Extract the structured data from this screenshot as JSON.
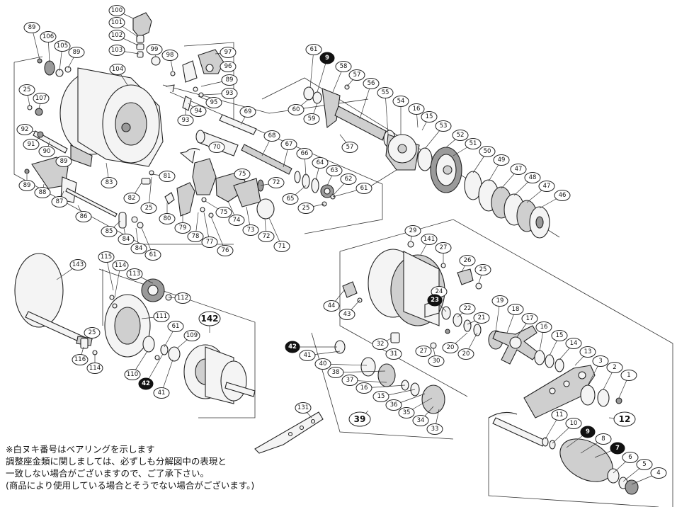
{
  "diagram": {
    "parts": [
      {
        "id": "100"
      },
      {
        "id": "101"
      },
      {
        "id": "102"
      },
      {
        "id": "103"
      },
      {
        "id": "104"
      },
      {
        "id": "89"
      },
      {
        "id": "106"
      },
      {
        "id": "105"
      },
      {
        "id": "25"
      },
      {
        "id": "107"
      },
      {
        "id": "92"
      },
      {
        "id": "91"
      },
      {
        "id": "90"
      },
      {
        "id": "88"
      },
      {
        "id": "87"
      },
      {
        "id": "86"
      },
      {
        "id": "83"
      },
      {
        "id": "85"
      },
      {
        "id": "84"
      },
      {
        "id": "61"
      },
      {
        "id": "82"
      },
      {
        "id": "81"
      },
      {
        "id": "80"
      },
      {
        "id": "79"
      },
      {
        "id": "78"
      },
      {
        "id": "77"
      },
      {
        "id": "76"
      },
      {
        "id": "75"
      },
      {
        "id": "74"
      },
      {
        "id": "73"
      },
      {
        "id": "72"
      },
      {
        "id": "71"
      },
      {
        "id": "70"
      },
      {
        "id": "69"
      },
      {
        "id": "68"
      },
      {
        "id": "67"
      },
      {
        "id": "66"
      },
      {
        "id": "65"
      },
      {
        "id": "64"
      },
      {
        "id": "63"
      },
      {
        "id": "62"
      },
      {
        "id": "99"
      },
      {
        "id": "98"
      },
      {
        "id": "97"
      },
      {
        "id": "96"
      },
      {
        "id": "95"
      },
      {
        "id": "94"
      },
      {
        "id": "93"
      },
      {
        "id": "9"
      },
      {
        "id": "58"
      },
      {
        "id": "57"
      },
      {
        "id": "56"
      },
      {
        "id": "55"
      },
      {
        "id": "54"
      },
      {
        "id": "16"
      },
      {
        "id": "15"
      },
      {
        "id": "53"
      },
      {
        "id": "52"
      },
      {
        "id": "51"
      },
      {
        "id": "50"
      },
      {
        "id": "49"
      },
      {
        "id": "47"
      },
      {
        "id": "48"
      },
      {
        "id": "46"
      },
      {
        "id": "60"
      },
      {
        "id": "59"
      },
      {
        "id": "143"
      },
      {
        "id": "115"
      },
      {
        "id": "114"
      },
      {
        "id": "113"
      },
      {
        "id": "112"
      },
      {
        "id": "111"
      },
      {
        "id": "116"
      },
      {
        "id": "110"
      },
      {
        "id": "42"
      },
      {
        "id": "41"
      },
      {
        "id": "109"
      },
      {
        "id": "142"
      },
      {
        "id": "29"
      },
      {
        "id": "141"
      },
      {
        "id": "27"
      },
      {
        "id": "26"
      },
      {
        "id": "44"
      },
      {
        "id": "43"
      },
      {
        "id": "24"
      },
      {
        "id": "23"
      },
      {
        "id": "22"
      },
      {
        "id": "21"
      },
      {
        "id": "20"
      },
      {
        "id": "19"
      },
      {
        "id": "18"
      },
      {
        "id": "17"
      },
      {
        "id": "14"
      },
      {
        "id": "13"
      },
      {
        "id": "3"
      },
      {
        "id": "2"
      },
      {
        "id": "1"
      },
      {
        "id": "12"
      },
      {
        "id": "32"
      },
      {
        "id": "31"
      },
      {
        "id": "30"
      },
      {
        "id": "40"
      },
      {
        "id": "38"
      },
      {
        "id": "37"
      },
      {
        "id": "36"
      },
      {
        "id": "35"
      },
      {
        "id": "34"
      },
      {
        "id": "33"
      },
      {
        "id": "39"
      },
      {
        "id": "131"
      },
      {
        "id": "11"
      },
      {
        "id": "10"
      },
      {
        "id": "8"
      },
      {
        "id": "7"
      },
      {
        "id": "6"
      },
      {
        "id": "5"
      },
      {
        "id": "4"
      }
    ]
  },
  "notes": {
    "line1": "※白ヌキ番号はベアリングを示します",
    "line2": "調整座金類に関しましては、必ずしも分解図中の表現と",
    "line3": "一致しない場合がございますので、ご了承下さい。",
    "line4": "(商品により使用している場合とそうでない場合がございます。)"
  }
}
